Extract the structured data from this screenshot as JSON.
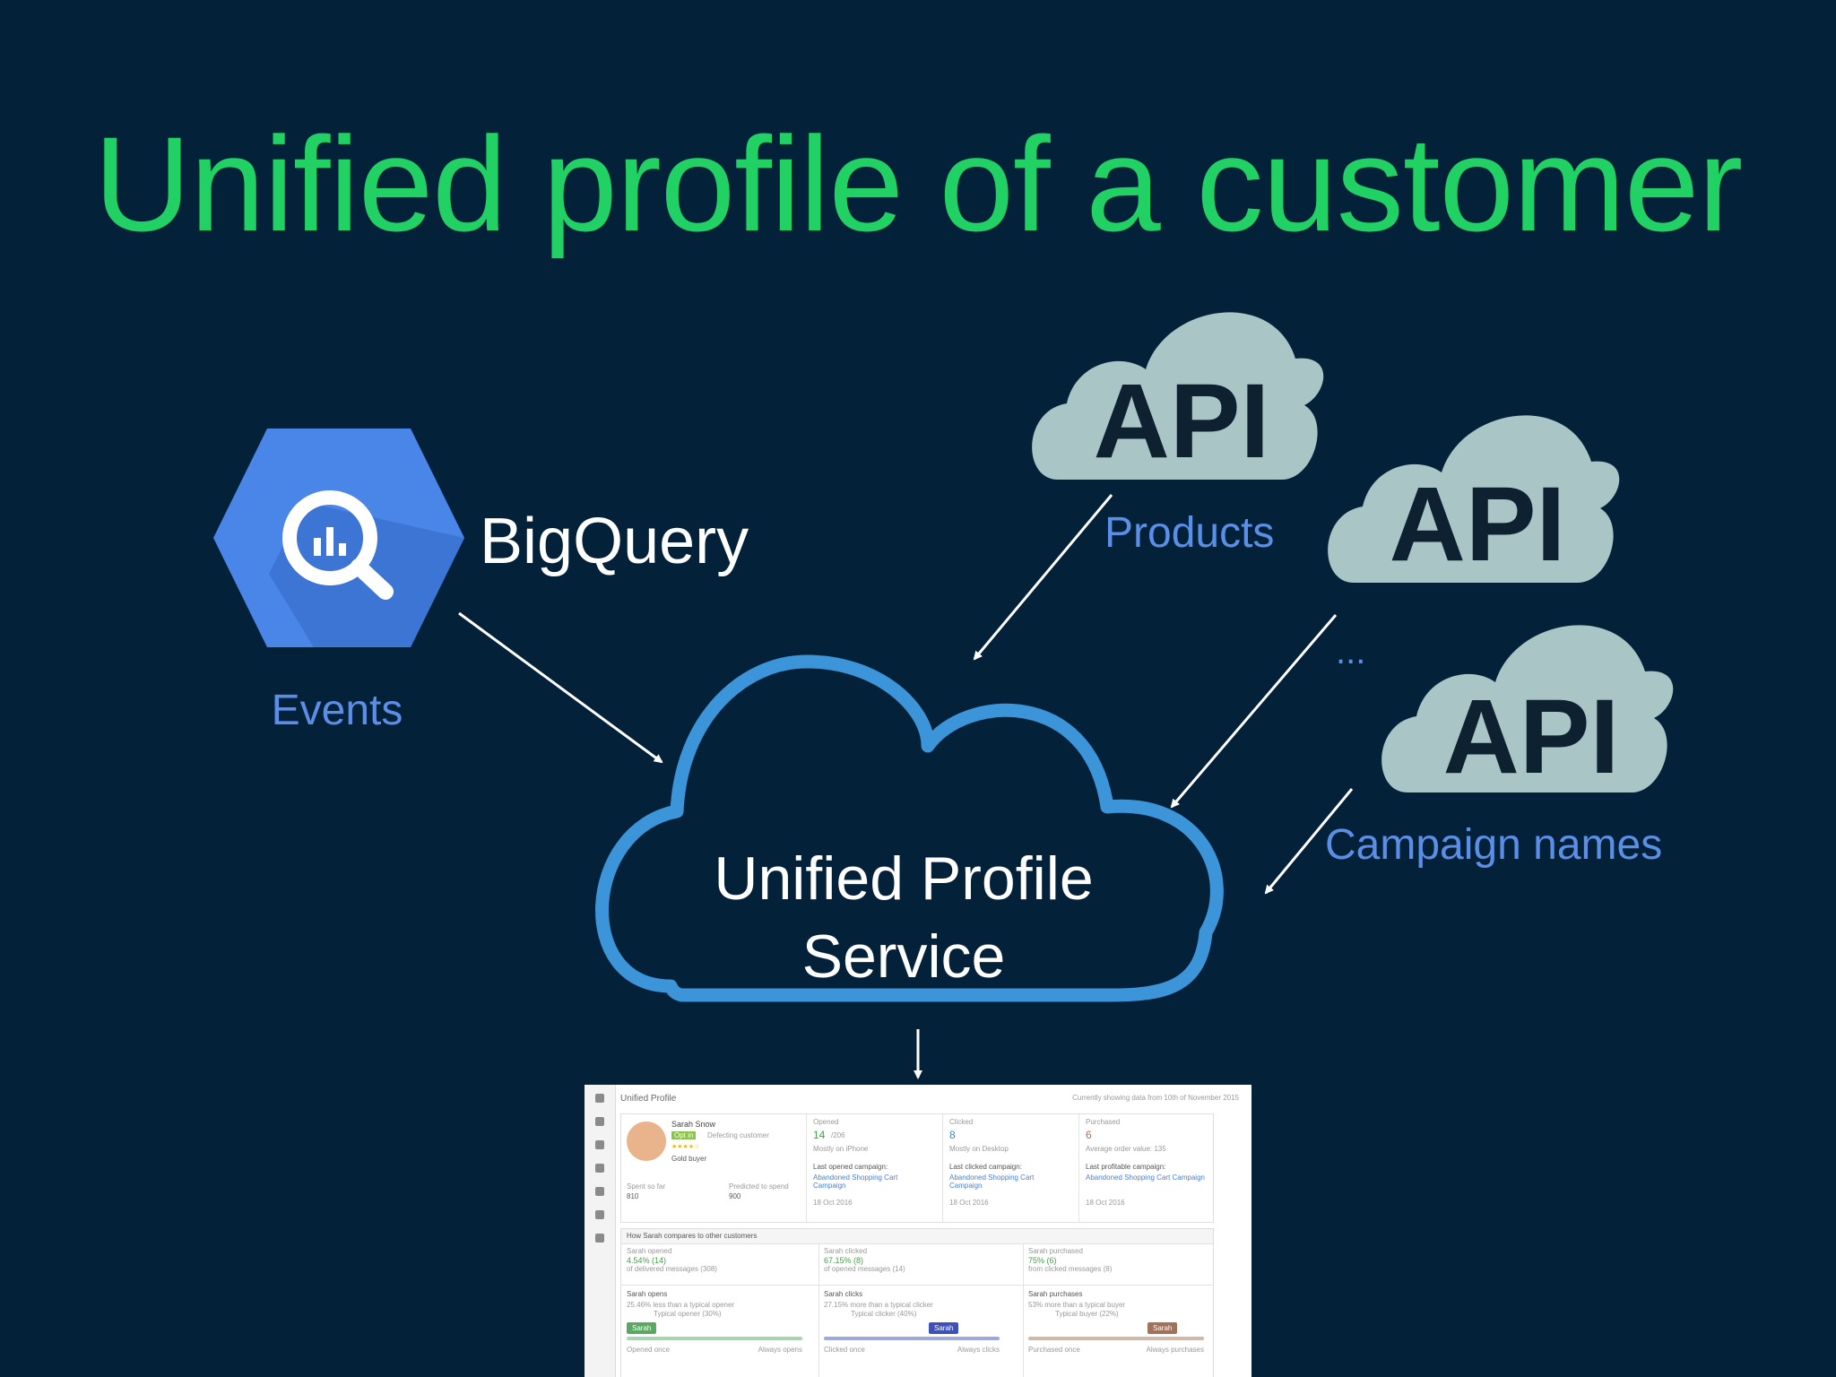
{
  "title": "Unified profile of a customer",
  "bigquery": {
    "name": "BigQuery",
    "caption": "Events"
  },
  "api": {
    "cloud_label": "API",
    "products": "Products",
    "ellipsis": "...",
    "campaigns": "Campaign names"
  },
  "center": {
    "line1": "Unified Profile",
    "line2": "Service"
  },
  "colors": {
    "background": "#04213a",
    "title": "#22d163",
    "accent_blue": "#5b8ee6",
    "cloud_outline": "#3c94d9",
    "api_cloud": "#a9c5c6",
    "hexagon": "#4a86e8"
  },
  "screenshot": {
    "header": "Unified Profile",
    "header_right": "Currently showing data from 10th of November 2015",
    "customer": {
      "name": "Sarah Snow",
      "opt": "Opt in",
      "segment": "Defecting customer",
      "stars": "★★★★☆",
      "tier": "Gold buyer",
      "spent_label": "Spent so far",
      "spent": "810",
      "pred_label": "Predicted to spend",
      "pred": "900"
    },
    "metrics": [
      {
        "label": "Opened",
        "value": "14",
        "extra": "/206",
        "sub": "Mostly on iPhone",
        "last_label": "Last opened campaign:",
        "campaign": "Abandoned Shopping Cart Campaign",
        "date": "18 Oct 2016"
      },
      {
        "label": "Clicked",
        "value": "8",
        "extra": "",
        "sub": "Mostly on Desktop",
        "last_label": "Last clicked campaign:",
        "campaign": "Abandoned Shopping Cart Campaign",
        "date": "18 Oct 2016"
      },
      {
        "label": "Purchased",
        "value": "6",
        "extra": "",
        "sub": "Average order value: 135",
        "last_label": "Last profitable campaign:",
        "campaign": "Abandoned Shopping Cart Campaign",
        "date": "18 Oct 2016"
      }
    ],
    "compare_header": "How Sarah compares to other customers",
    "compare": [
      {
        "label": "Sarah opened",
        "value": "4.54% (14)",
        "sub": "of delivered messages (308)",
        "title": "Sarah opens",
        "delta": "25.46% less than a typical opener",
        "typical": "Typical opener (30%)",
        "tag": "Sarah",
        "left": "Opened once",
        "right": "Always opens",
        "color": "#5aa864",
        "pos": 0.06
      },
      {
        "label": "Sarah clicked",
        "value": "67.15% (8)",
        "sub": "of opened messages (14)",
        "title": "Sarah clicks",
        "delta": "27.15% more than a typical clicker",
        "typical": "Typical clicker (40%)",
        "tag": "Sarah",
        "left": "Clicked once",
        "right": "Always clicks",
        "color": "#3f51b5",
        "pos": 0.67
      },
      {
        "label": "Sarah purchased",
        "value": "75% (6)",
        "sub": "from clicked messages (8)",
        "title": "Sarah purchases",
        "delta": "53% more than a typical buyer",
        "typical": "Typical buyer (22%)",
        "tag": "Sarah",
        "left": "Purchased once",
        "right": "Always purchases",
        "color": "#a1715a",
        "pos": 0.75
      }
    ]
  }
}
